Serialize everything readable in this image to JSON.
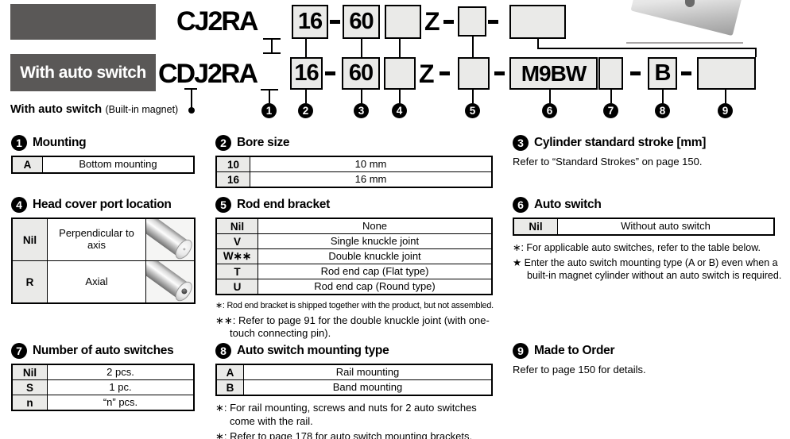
{
  "colors": {
    "dark_header_gray": "#5a5857",
    "part_box_fill": "#eaeae8",
    "border_black": "#000000"
  },
  "top": {
    "with_auto_switch_label": "With auto switch",
    "row1": {
      "prefix": "CJ2RA",
      "bore": "16",
      "stroke": "60",
      "z": "Z"
    },
    "row2": {
      "prefix": "CDJ2RA",
      "bore": "16",
      "stroke": "60",
      "z": "Z",
      "auto_switch": "M9BW",
      "mounting_type": "B"
    },
    "magnet_note_bold": "With auto switch",
    "magnet_note_paren": "(Built-in magnet)",
    "callouts": [
      "1",
      "2",
      "3",
      "4",
      "5",
      "6",
      "7",
      "8",
      "9"
    ]
  },
  "sections": {
    "mounting": {
      "num": "1",
      "title": "Mounting",
      "rows": [
        {
          "code": "A",
          "desc": "Bottom mounting"
        }
      ]
    },
    "bore": {
      "num": "2",
      "title": "Bore size",
      "rows": [
        {
          "code": "10",
          "desc": "10 mm"
        },
        {
          "code": "16",
          "desc": "16 mm"
        }
      ]
    },
    "stroke": {
      "num": "3",
      "title": "Cylinder standard stroke [mm]",
      "note": "Refer to “Standard Strokes” on page 150."
    },
    "port": {
      "num": "4",
      "title": "Head cover port location",
      "rows": [
        {
          "code": "Nil",
          "desc": "Perpendicular to axis",
          "image": "cylinder-perpendicular-port"
        },
        {
          "code": "R",
          "desc": "Axial",
          "image": "cylinder-axial-port"
        }
      ]
    },
    "rod_end": {
      "num": "5",
      "title": "Rod end bracket",
      "rows": [
        {
          "code": "Nil",
          "desc": "None"
        },
        {
          "code": "V",
          "desc": "Single knuckle joint"
        },
        {
          "code": "W∗∗",
          "desc": "Double knuckle joint"
        },
        {
          "code": "T",
          "desc": "Rod end cap (Flat type)"
        },
        {
          "code": "U",
          "desc": "Rod end cap (Round type)"
        }
      ],
      "notes": [
        "∗: Rod end bracket is shipped together with the product, but not assembled.",
        "∗∗: Refer to page 91 for the double knuckle joint (with one-touch connecting pin)."
      ]
    },
    "auto_switch": {
      "num": "6",
      "title": "Auto switch",
      "rows": [
        {
          "code": "Nil",
          "desc": "Without auto switch"
        }
      ],
      "notes": [
        "∗: For applicable auto switches, refer to the table below.",
        "★ Enter the auto switch mounting type (A or B) even when a built-in magnet cylinder without an auto switch is required."
      ]
    },
    "qty": {
      "num": "7",
      "title": "Number of auto switches",
      "rows": [
        {
          "code": "Nil",
          "desc": "2 pcs."
        },
        {
          "code": "S",
          "desc": "1 pc."
        },
        {
          "code": "n",
          "desc": "“n” pcs."
        }
      ]
    },
    "mount_type": {
      "num": "8",
      "title": "Auto switch mounting type",
      "rows": [
        {
          "code": "A",
          "desc": "Rail mounting"
        },
        {
          "code": "B",
          "desc": "Band mounting"
        }
      ],
      "notes": [
        "∗: For rail mounting, screws and nuts for 2 auto switches come with the rail.",
        "∗: Refer to page 178 for auto switch mounting brackets."
      ]
    },
    "mto": {
      "num": "9",
      "title": "Made to Order",
      "note": "Refer to page 150 for details."
    }
  }
}
